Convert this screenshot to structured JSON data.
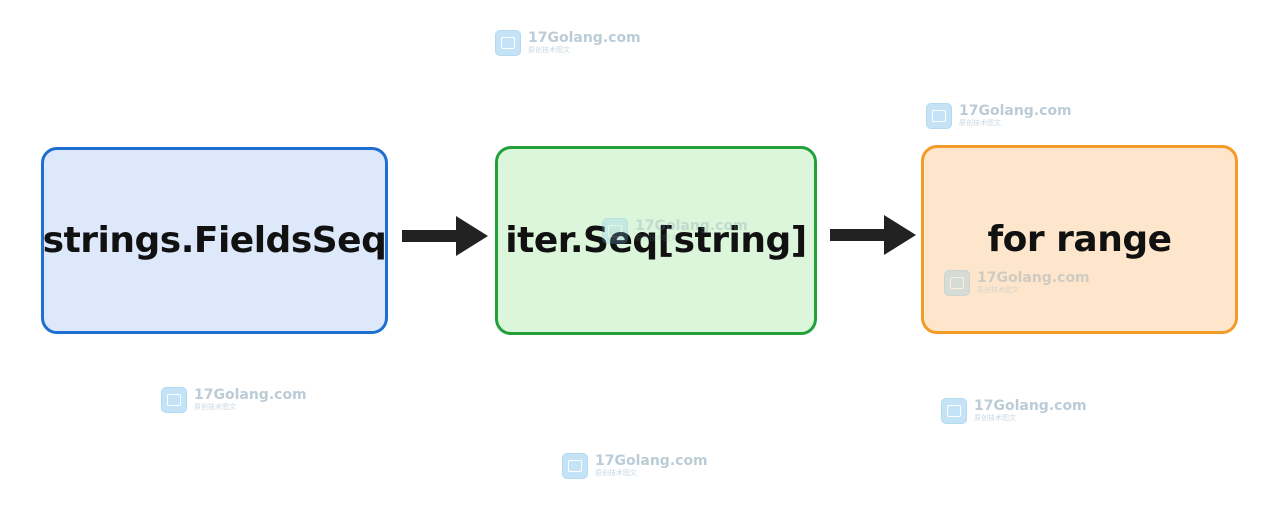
{
  "nodes": [
    {
      "label": "strings.FieldsSeq",
      "fill": "#dde8fa",
      "stroke": "#1f6fd1"
    },
    {
      "label": "iter.Seq[string]",
      "fill": "#dcf6dc",
      "stroke": "#22a03a"
    },
    {
      "label": "for range",
      "fill": "#fde6cc",
      "stroke": "#f39a27"
    }
  ],
  "edges": [
    {
      "from": "strings.FieldsSeq",
      "to": "iter.Seq[string]"
    },
    {
      "from": "iter.Seq[string]",
      "to": "for range"
    }
  ],
  "watermark": {
    "title": "17Golang.com",
    "subtitle": "原创技术图文"
  },
  "colors": {
    "arrow": "#222222",
    "text": "#111111"
  }
}
